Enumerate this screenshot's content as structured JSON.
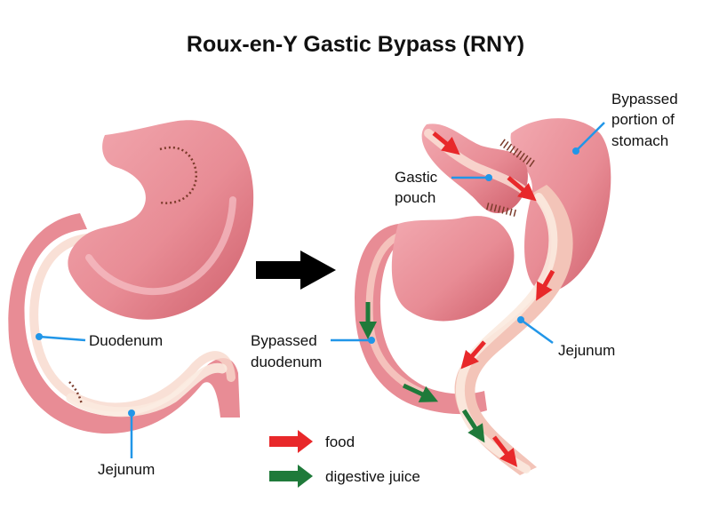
{
  "title": "Roux-en-Y Gastic Bypass (RNY)",
  "colors": {
    "stomach": "#e88c95",
    "stomach_dark": "#d0606c",
    "intestine": "#f3c4b8",
    "intestine_light": "#fbeadf",
    "pointer": "#2196e8",
    "food": "#e8282a",
    "juice": "#1f7a3a",
    "staple": "#7a3a2a"
  },
  "labels": {
    "duodenum": "Duodenum",
    "jejunum_left": "Jejunum",
    "bypassed_portion": [
      "Bypassed",
      "portion of",
      "stomach"
    ],
    "gastic_pouch": [
      "Gastic",
      "pouch"
    ],
    "bypassed_duodenum": [
      "Bypassed",
      "duodenum"
    ],
    "jejunum_right": "Jejunum"
  },
  "legend": {
    "food": "food",
    "digestive_juice": "digestive juice"
  }
}
